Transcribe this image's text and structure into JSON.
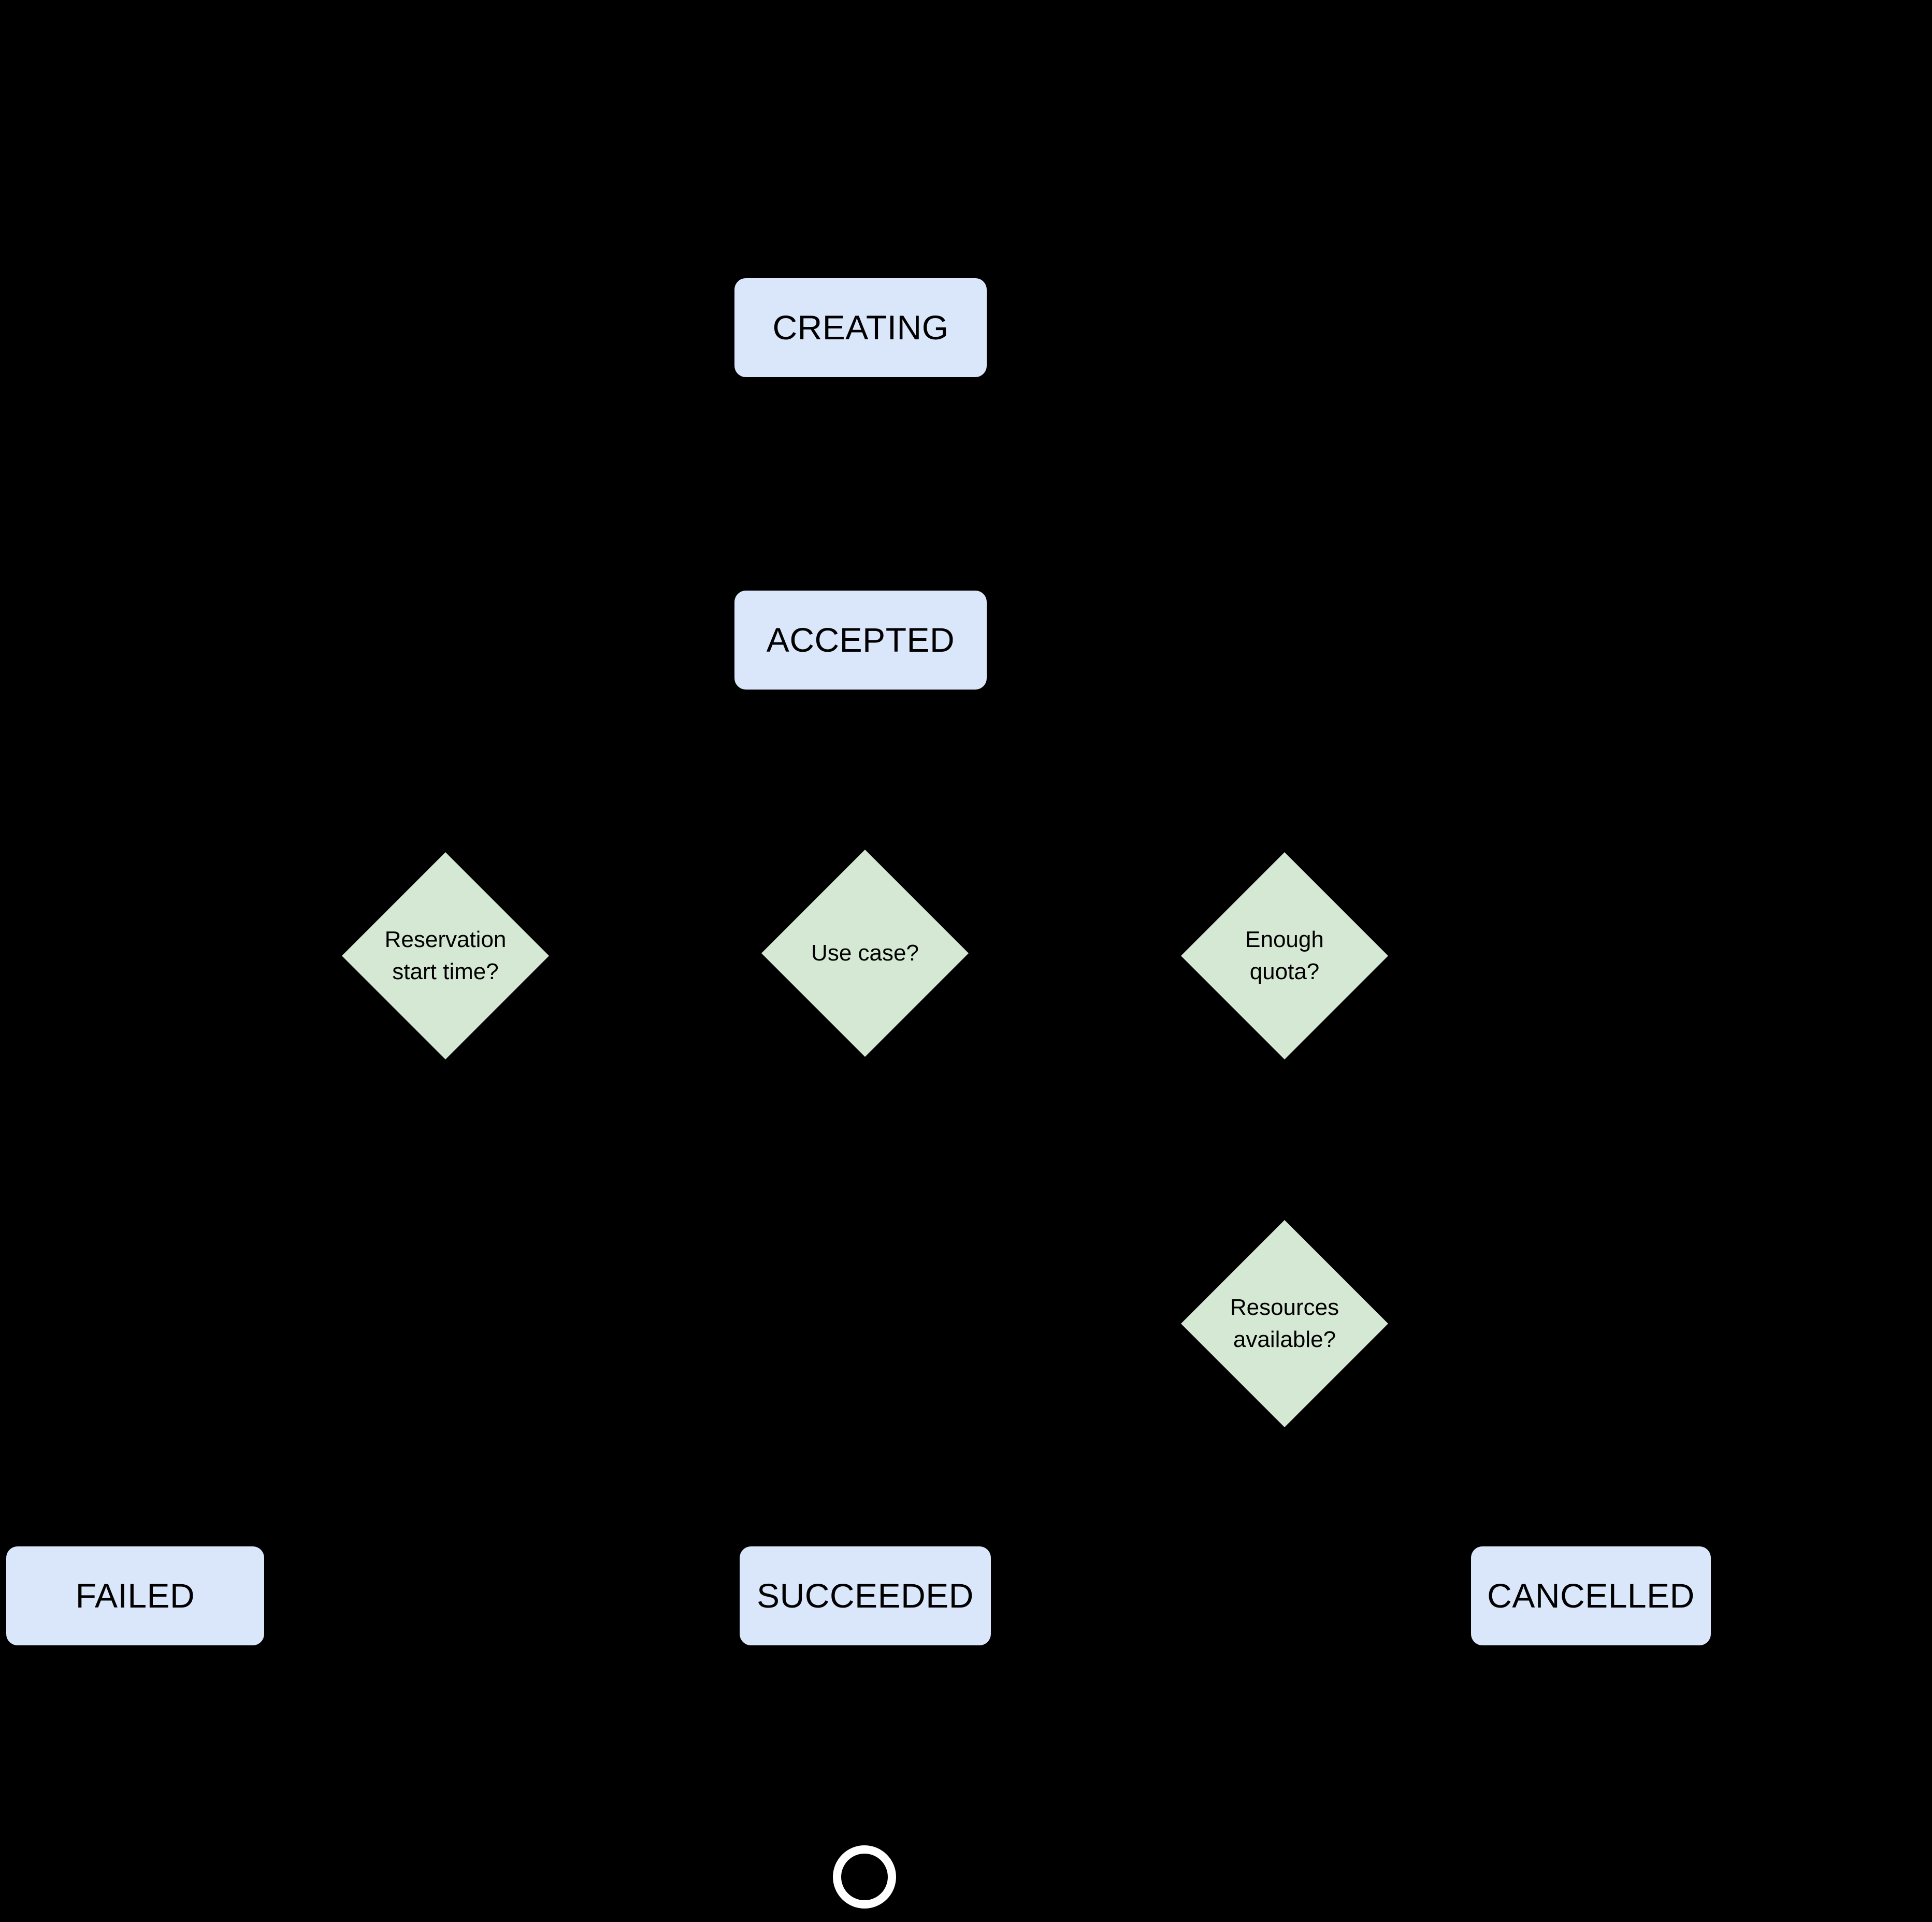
{
  "diagram": {
    "title": "Reservation lifecycle state flowchart",
    "background_color": "#000000",
    "state_fill_color": "#DAE6FA",
    "decision_fill_color": "#D5E8D4",
    "terminal_stroke_color": "#FFFFFF",
    "text_color": "#000000"
  },
  "states": [
    {
      "id": "creating",
      "label": "CREATING"
    },
    {
      "id": "accepted",
      "label": "ACCEPTED"
    },
    {
      "id": "failed",
      "label": "FAILED"
    },
    {
      "id": "succeeded",
      "label": "SUCCEEDED"
    },
    {
      "id": "cancelled",
      "label": "CANCELLED"
    }
  ],
  "decisions": [
    {
      "id": "reservation-start-time",
      "label": "Reservation\nstart time?"
    },
    {
      "id": "use-case",
      "label": "Use case?"
    },
    {
      "id": "enough-quota",
      "label": "Enough\nquota?"
    },
    {
      "id": "resources-available",
      "label": "Resources\navailable?"
    }
  ],
  "terminal": {
    "id": "end-node",
    "label": ""
  }
}
